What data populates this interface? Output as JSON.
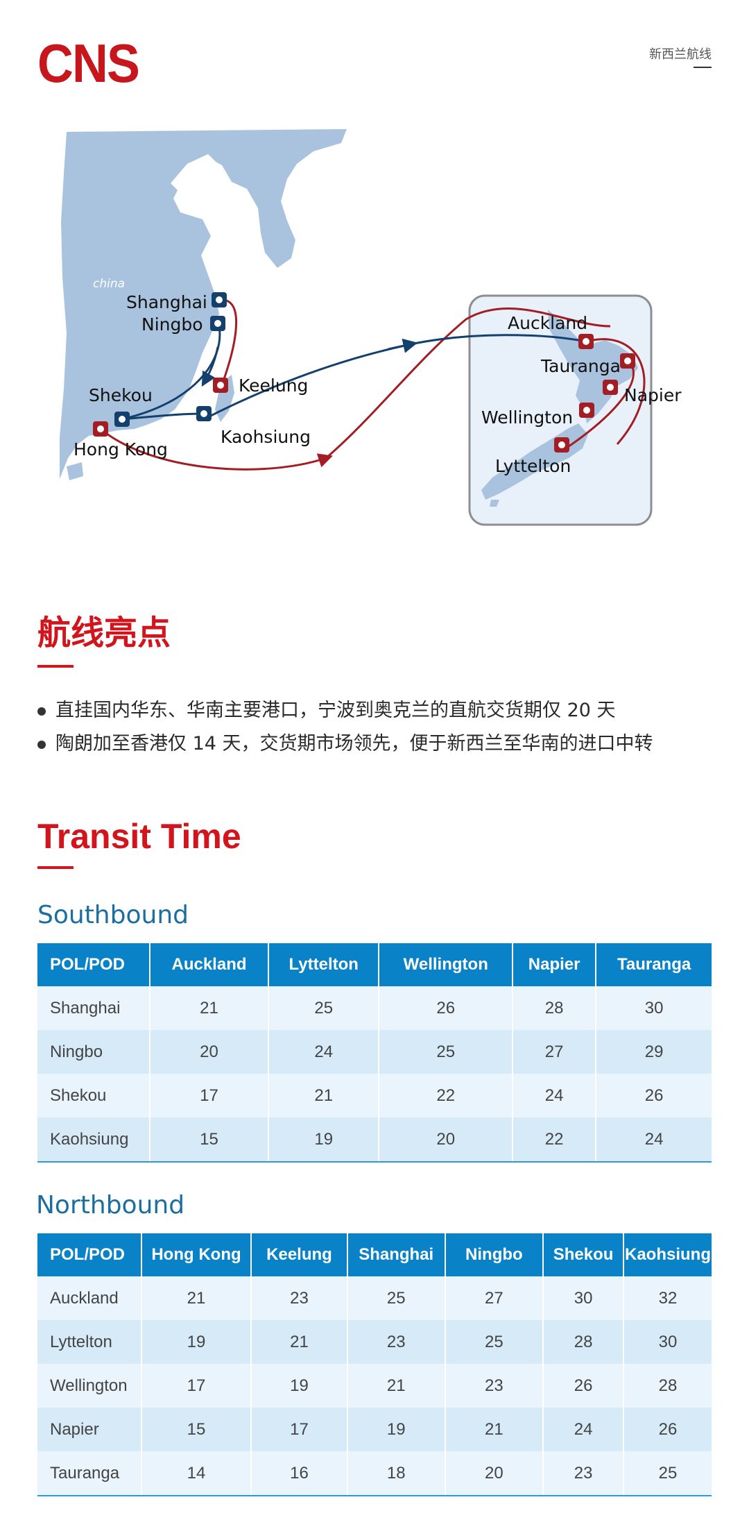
{
  "header": {
    "logo": "CNS",
    "route_tag": "新西兰航线"
  },
  "map": {
    "country_label": "china",
    "ports": {
      "shanghai": "Shanghai",
      "ningbo": "Ningbo",
      "shekou": "Shekou",
      "hong_kong": "Hong Kong",
      "keelung": "Keelung",
      "kaohsiung": "Kaohsiung",
      "auckland": "Auckland",
      "tauranga": "Tauranga",
      "napier": "Napier",
      "wellington": "Wellington",
      "lyttelton": "Lyttelton"
    },
    "colors": {
      "southbound": "#14406e",
      "northbound": "#a31d24",
      "land": "#a9c2dd",
      "inset_bg": "#e8f1fa"
    }
  },
  "highlights": {
    "title": "航线亮点",
    "items": [
      "直挂国内华东、华南主要港口，宁波到奥克兰的直航交货期仅 20 天",
      "陶朗加至香港仅 14 天，交货期市场领先，便于新西兰至华南的进口中转"
    ]
  },
  "transit": {
    "title": "Transit Time",
    "southbound": {
      "label": "Southbound",
      "columns": [
        "POL/POD",
        "Auckland",
        "Lyttelton",
        "Wellington",
        "Napier",
        "Tauranga"
      ],
      "rows": [
        [
          "Shanghai",
          "21",
          "25",
          "26",
          "28",
          "30"
        ],
        [
          "Ningbo",
          "20",
          "24",
          "25",
          "27",
          "29"
        ],
        [
          "Shekou",
          "17",
          "21",
          "22",
          "24",
          "26"
        ],
        [
          "Kaohsiung",
          "15",
          "19",
          "20",
          "22",
          "24"
        ]
      ]
    },
    "northbound": {
      "label": "Northbound",
      "columns": [
        "POL/POD",
        "Hong Kong",
        "Keelung",
        "Shanghai",
        "Ningbo",
        "Shekou",
        "Kaohsiung"
      ],
      "rows": [
        [
          "Auckland",
          "21",
          "23",
          "25",
          "27",
          "30",
          "32"
        ],
        [
          "Lyttelton",
          "19",
          "21",
          "23",
          "25",
          "28",
          "30"
        ],
        [
          "Wellington",
          "17",
          "19",
          "21",
          "23",
          "26",
          "28"
        ],
        [
          "Napier",
          "15",
          "17",
          "19",
          "21",
          "24",
          "26"
        ],
        [
          "Tauranga",
          "14",
          "16",
          "18",
          "20",
          "23",
          "25"
        ]
      ]
    }
  }
}
